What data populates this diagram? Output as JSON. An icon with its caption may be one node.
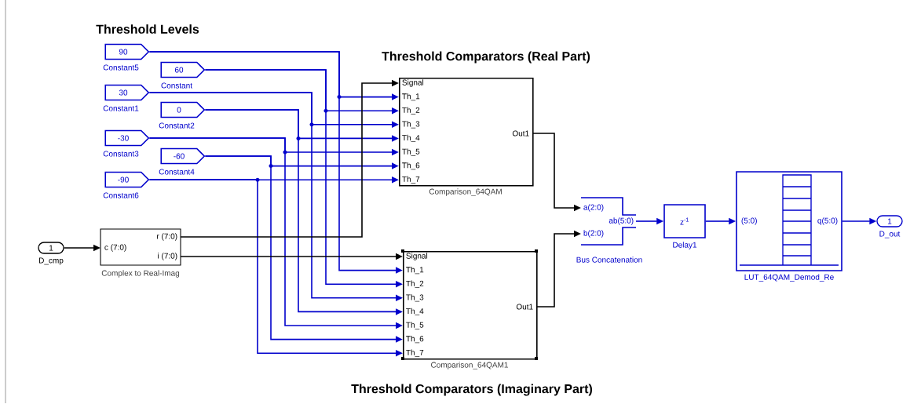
{
  "diagram": {
    "nodes": [
      {
        "text": [
          "90"
        ],
        "beside": [
          "Constant5"
        ]
      },
      {
        "text": [
          "60"
        ],
        "beside": [
          "Constant"
        ]
      },
      {
        "text": [
          "30"
        ],
        "beside": [
          "Constant1"
        ]
      },
      {
        "text": [
          "0"
        ],
        "beside": [
          "Constant2"
        ]
      },
      {
        "text": [
          "-30"
        ],
        "beside": [
          "Constant3"
        ]
      },
      {
        "text": [
          "-60"
        ],
        "beside": [
          "Constant4"
        ]
      },
      {
        "text": [
          "-90"
        ],
        "beside": [
          "Constant6"
        ]
      },
      {
        "text": [
          "1"
        ],
        "beside": [
          "D_cmp"
        ]
      },
      {
        "text": [
          "c (7:0)",
          "r (7:0)",
          "i (7:0)"
        ],
        "beside": [
          "Complex to Real-Imag"
        ]
      },
      {
        "text": [
          "Signal",
          "Th_1",
          "Th_2",
          "Th_3",
          "Th_4",
          "Th_5",
          "Th_6",
          "Th_7",
          "Out1"
        ],
        "beside": [
          "Comparison_64QAM"
        ]
      },
      {
        "text": [
          "Signal",
          "Th_1",
          "Th_2",
          "Th_3",
          "Th_4",
          "Th_5",
          "Th_6",
          "Th_7",
          "Out1"
        ],
        "beside": [
          "Comparison_64QAM1"
        ]
      },
      {
        "text": [
          "a(2:0)",
          "b(2:0)",
          "ab(5:0)"
        ],
        "beside": [
          "Bus Concatenation"
        ]
      },
      {
        "text": [
          "z$^{-1}$"
        ],
        "beside": [
          "Delay1"
        ]
      },
      {
        "text": [
          "(5:0)",
          "q(5:0)"
        ],
        "beside": [
          "LUT_64QAM_Demod_Re"
        ]
      },
      {
        "text": [
          "1"
        ],
        "beside": [
          "D_out"
        ]
      }
    ],
    "edges": [
      {
        "from": 0,
        "to": 9,
        "arrow": "to"
      },
      {
        "from": 0,
        "to": 10,
        "arrow": "to"
      },
      {
        "from": 1,
        "to": 9,
        "arrow": "to"
      },
      {
        "from": 1,
        "to": 10,
        "arrow": "to"
      },
      {
        "from": 2,
        "to": 9,
        "arrow": "to"
      },
      {
        "from": 2,
        "to": 10,
        "arrow": "to"
      },
      {
        "from": 3,
        "to": 9,
        "arrow": "to"
      },
      {
        "from": 3,
        "to": 10,
        "arrow": "to"
      },
      {
        "from": 4,
        "to": 9,
        "arrow": "to"
      },
      {
        "from": 4,
        "to": 10,
        "arrow": "to"
      },
      {
        "from": 5,
        "to": 9,
        "arrow": "to"
      },
      {
        "from": 5,
        "to": 10,
        "arrow": "to"
      },
      {
        "from": 6,
        "to": 9,
        "arrow": "to"
      },
      {
        "from": 6,
        "to": 10,
        "arrow": "to"
      },
      {
        "from": 7,
        "to": 8,
        "arrow": "to",
        "color": "#000000"
      },
      {
        "from": 8,
        "to": 9,
        "arrow": "to",
        "color": "#000000"
      },
      {
        "from": 8,
        "to": 10,
        "arrow": "to",
        "color": "#000000"
      },
      {
        "from": 9,
        "to": 11,
        "arrow": "to",
        "color": "#000000"
      },
      {
        "from": 10,
        "to": 11,
        "arrow": "to",
        "color": "#000000"
      },
      {
        "from": 11,
        "to": 12,
        "arrow": "to"
      },
      {
        "from": 12,
        "to": 13,
        "arrow": "to"
      },
      {
        "from": 13,
        "to": 14,
        "arrow": "to"
      }
    ],
    "labels": [
      "Threshold Levels",
      "Threshold Comparators (Real Part)",
      "Threshold Comparators (Imaginary Part)"
    ]
  }
}
